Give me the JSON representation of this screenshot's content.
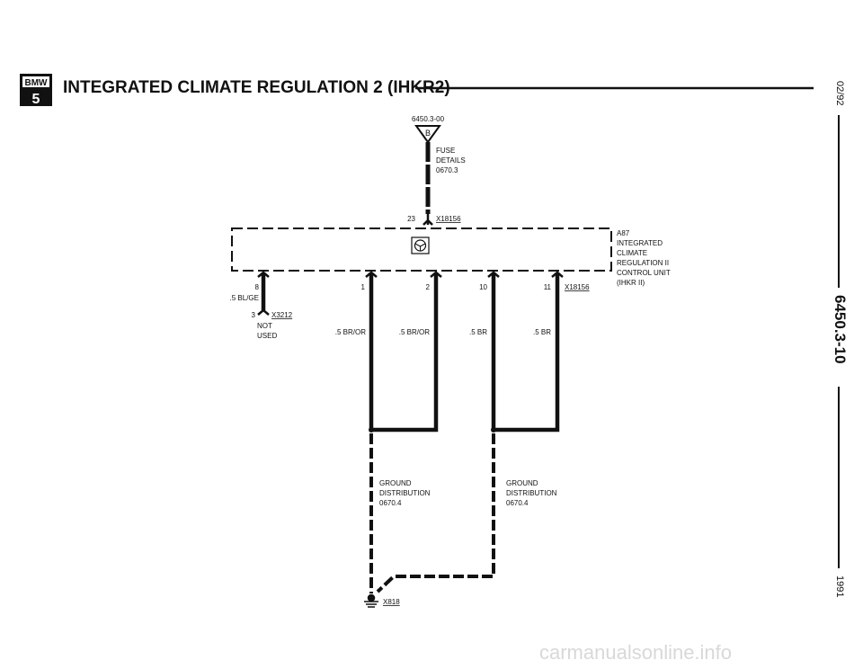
{
  "header": {
    "logo_top": "BMW",
    "logo_bottom": "5",
    "title": "INTEGRATED CLIMATE REGULATION 2 (IHKR2)"
  },
  "side": {
    "date": "02/92",
    "page": "6450.3-10",
    "year": "1991"
  },
  "fuse": {
    "ref": "6450.3-00",
    "letter": "B",
    "details": [
      "FUSE",
      "DETAILS",
      "0670.3"
    ]
  },
  "top_connector": {
    "pin": "23",
    "id": "X18156"
  },
  "module": {
    "lines": [
      "A87",
      "INTEGRATED",
      "CLIMATE",
      "REGULATION II",
      "CONTROL UNIT",
      "(IHKR II)"
    ]
  },
  "bottom_connector": {
    "id": "X18156"
  },
  "pins": [
    {
      "pin": "8",
      "wire": ".5 BL/GE"
    },
    {
      "pin": "1",
      "wire": ".5 BR/OR"
    },
    {
      "pin": "2",
      "wire": ".5 BR/OR"
    },
    {
      "pin": "10",
      "wire": ".5 BR"
    },
    {
      "pin": "11",
      "wire": ".5 BR"
    }
  ],
  "x3212": {
    "pin": "3",
    "id": "X3212",
    "note1": "NOT",
    "note2": "USED"
  },
  "ground_left": [
    "GROUND",
    "DISTRIBUTION",
    "0670.4"
  ],
  "ground_right": [
    "GROUND",
    "DISTRIBUTION",
    "0670.4"
  ],
  "ground": {
    "id": "X818"
  },
  "watermark": "carmanualsonline.info"
}
